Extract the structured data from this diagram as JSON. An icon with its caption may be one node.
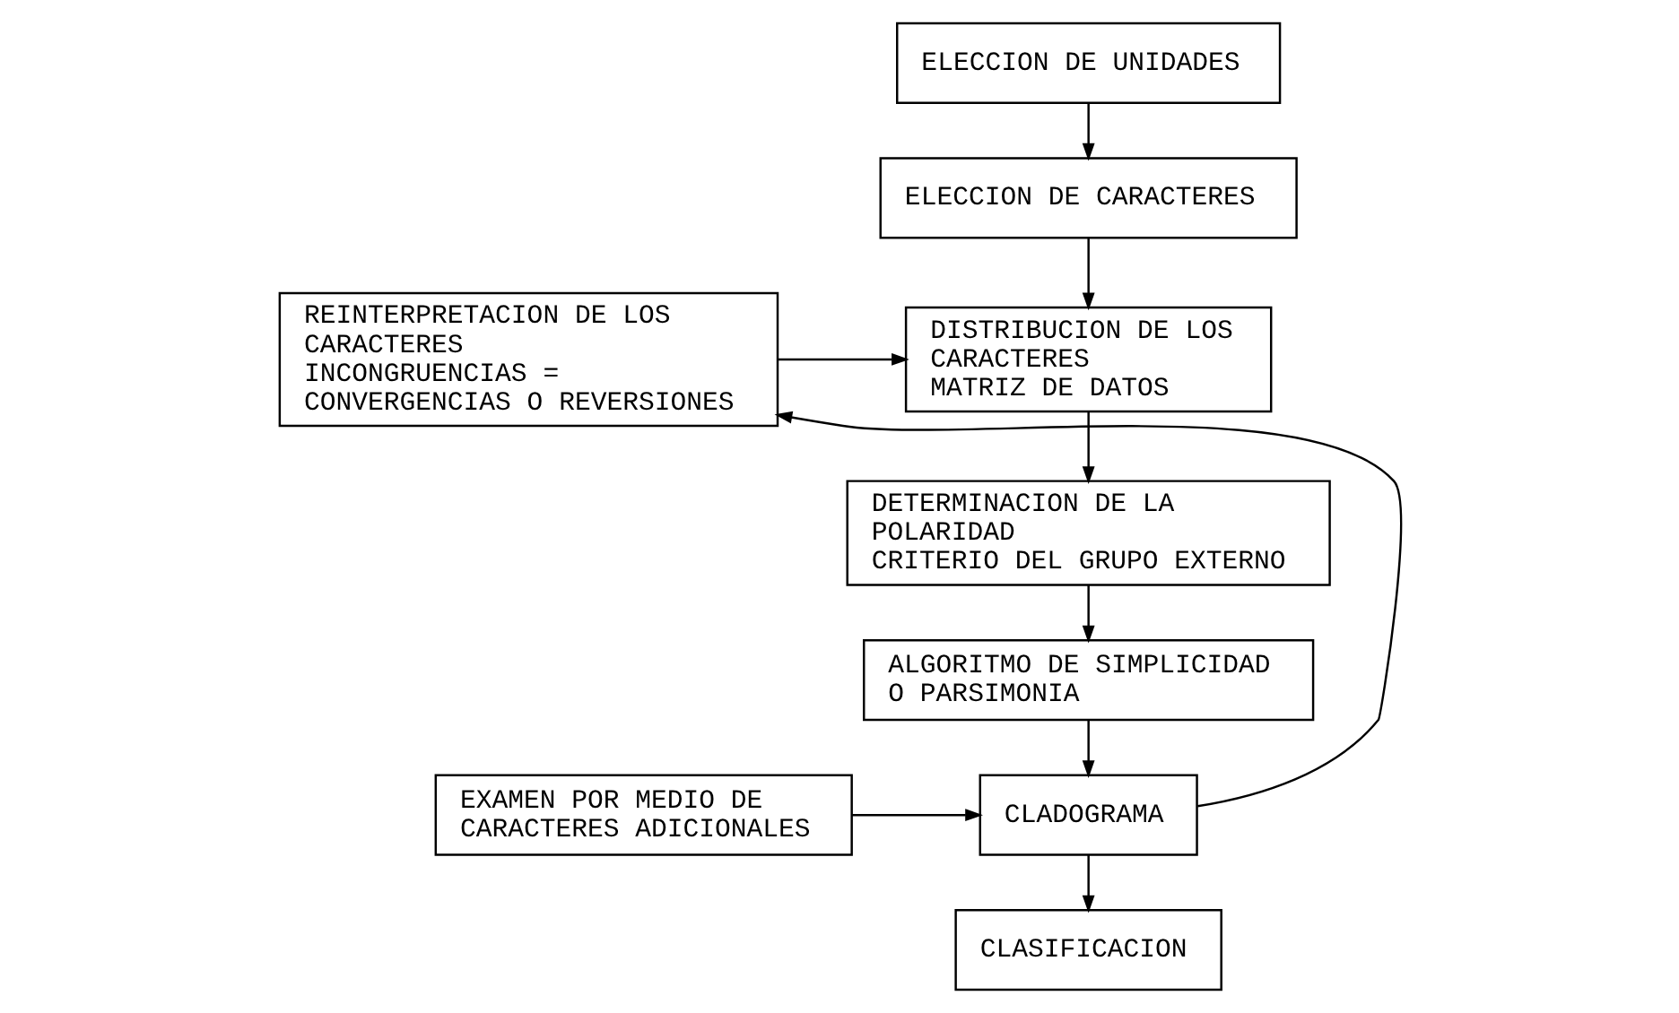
{
  "diagram": {
    "nodes": [
      {
        "text": [
          "ELECCION DE UNIDADES"
        ]
      },
      {
        "text": [
          "ELECCION DE CARACTERES"
        ]
      },
      {
        "text": [
          "REINTERPRETACION DE LOS CARACTERES",
          "INCONGRUENCIAS = CONVERGENCIAS O REVERSIONES"
        ]
      },
      {
        "text": [
          "DISTRIBUCION DE LOS CARACTERES",
          "MATRIZ DE DATOS"
        ]
      },
      {
        "text": [
          "DETERMINACION DE LA POLARIDAD",
          "CRITERIO DEL GRUPO EXTERNO"
        ]
      },
      {
        "text": [
          "ALGORITMO DE SIMPLICIDAD O PARSIMONIA"
        ]
      },
      {
        "text": [
          "EXAMEN POR MEDIO DE CARACTERES ADICIONALES"
        ]
      },
      {
        "text": [
          "CLADOGRAMA"
        ]
      },
      {
        "text": [
          "CLASIFICACION"
        ]
      }
    ],
    "edges": [
      {
        "from": 0,
        "to": 1,
        "arrow": "to"
      },
      {
        "from": 1,
        "to": 3,
        "arrow": "to"
      },
      {
        "from": 2,
        "to": 3,
        "arrow": "to"
      },
      {
        "from": 3,
        "to": 4,
        "arrow": "to"
      },
      {
        "from": 4,
        "to": 5,
        "arrow": "to"
      },
      {
        "from": 5,
        "to": 7,
        "arrow": "to"
      },
      {
        "from": 7,
        "to": 2,
        "arrow": "to"
      },
      {
        "from": 6,
        "to": 7,
        "arrow": "to"
      },
      {
        "from": 7,
        "to": 8,
        "arrow": "to"
      }
    ]
  }
}
